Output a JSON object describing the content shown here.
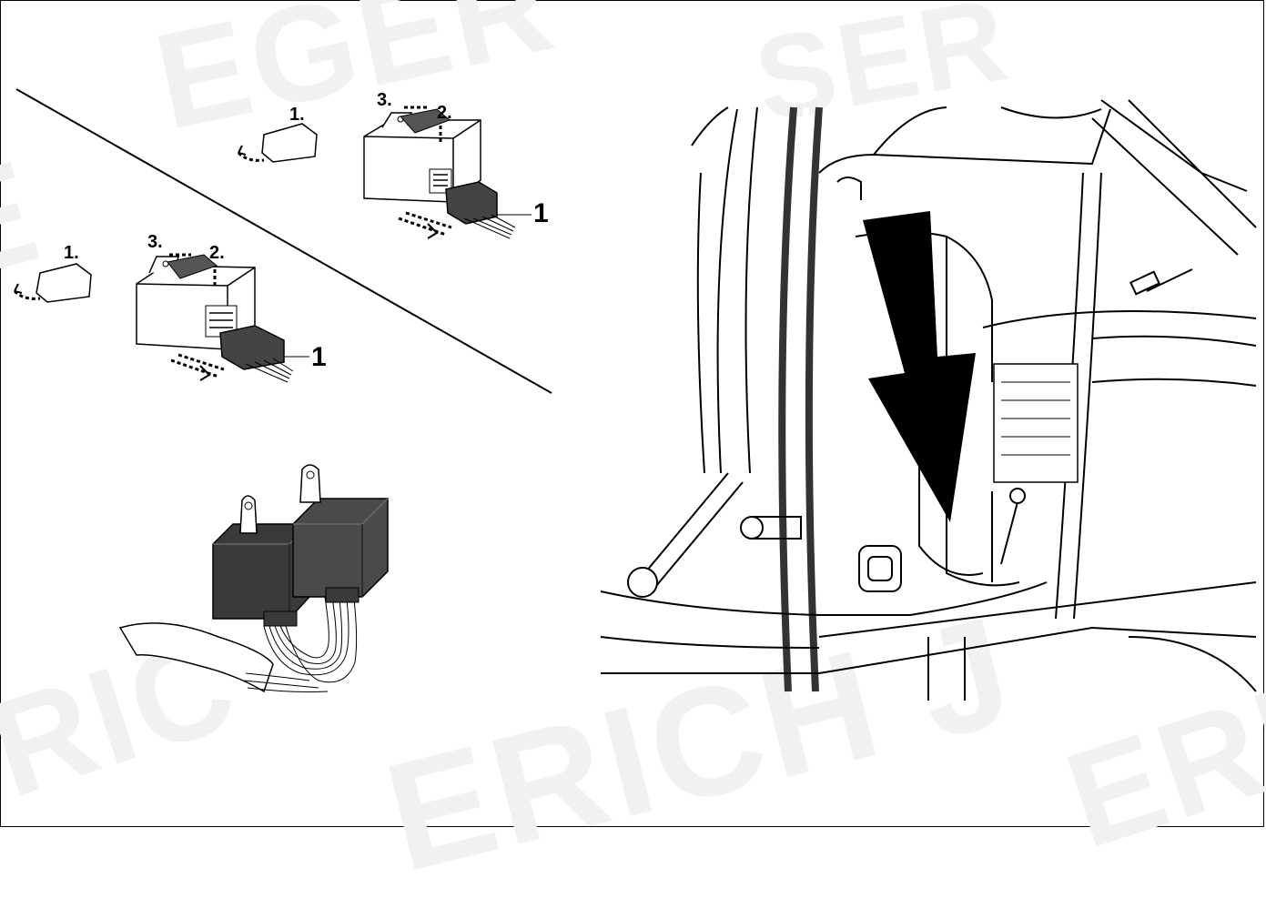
{
  "watermark": {
    "text1": "EGER",
    "text2": "SER",
    "text3": "RIC",
    "text4": "ERICH J",
    "text5": "ERIC",
    "text6": "E"
  },
  "callouts": {
    "step1_top": "1.",
    "step2_top": "2.",
    "step3_top": "3.",
    "part_top": "1",
    "step1_bottom": "1.",
    "step2_bottom": "2.",
    "step3_bottom": "3.",
    "part_bottom": "1"
  },
  "colors": {
    "line": "#000000",
    "module_fill": "#ffffff",
    "relay_dark": "#3a3a3a",
    "relay_light": "#5a5a5a"
  }
}
